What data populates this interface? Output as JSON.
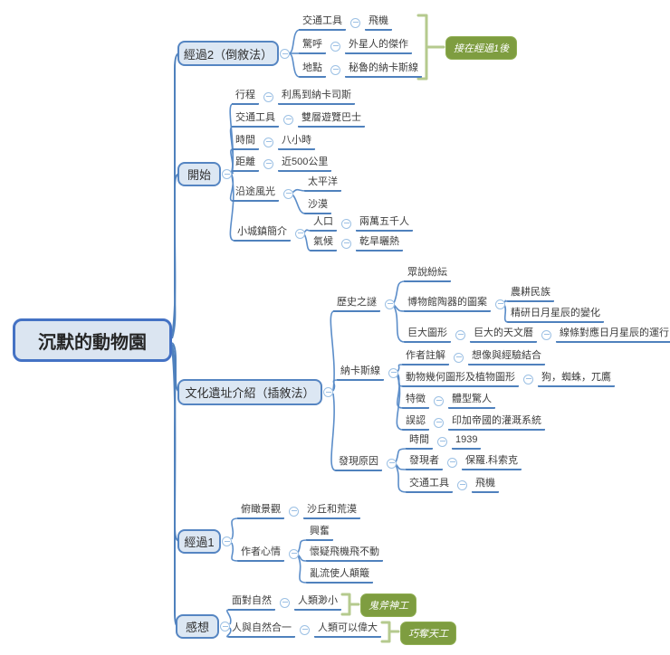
{
  "root_label": "沉默的動物園",
  "jingguo2": {
    "label": "經過2（倒敘法）",
    "rows": [
      {
        "k": "交通工具",
        "v": "飛機"
      },
      {
        "k": "驚呼",
        "v": "外星人的傑作"
      },
      {
        "k": "地點",
        "v": "秘魯的納卡斯線"
      }
    ],
    "callout": "接在經過1後"
  },
  "kaishi": {
    "label": "開始",
    "rows": [
      {
        "k": "行程",
        "v": "利馬到納卡司斯"
      },
      {
        "k": "交通工具",
        "v": "雙層遊覽巴士"
      },
      {
        "k": "時間",
        "v": "八小時"
      },
      {
        "k": "距離",
        "v": "近500公里"
      }
    ],
    "scenery": {
      "label": "沿途風光",
      "children": [
        "太平洋",
        "沙漠"
      ]
    },
    "town": {
      "label": "小城鎮簡介",
      "rows": [
        {
          "k": "人口",
          "v": "兩萬五千人"
        },
        {
          "k": "氣候",
          "v": "乾旱曬熱"
        }
      ]
    }
  },
  "culture": {
    "label": "文化遺址介紹（插敘法）",
    "history": {
      "label": "歷史之謎",
      "first": "眾說紛紜",
      "museum": {
        "label": "博物館陶器的圖案",
        "children": [
          "農耕民族",
          "精研日月星辰的變化"
        ]
      },
      "giant": {
        "k": "巨大圖形",
        "v": "巨大的天文曆",
        "v2": "線條對應日月星辰的運行"
      }
    },
    "nazca": {
      "label": "納卡斯線",
      "rows": [
        {
          "k": "作者註解",
          "v": "想像與經驗結合"
        },
        {
          "k": "動物幾何圖形及植物圖形",
          "v": "狗，蜘蛛，兀鷹"
        },
        {
          "k": "特徵",
          "v": "體型驚人"
        },
        {
          "k": "誤認",
          "v": "印加帝國的灌溉系統"
        }
      ]
    },
    "discovery": {
      "label": "發現原因",
      "rows": [
        {
          "k": "時間",
          "v": "1939"
        },
        {
          "k": "發現者",
          "v": "保羅.科索克"
        },
        {
          "k": "交通工具",
          "v": "飛機"
        }
      ]
    }
  },
  "jingguo1": {
    "label": "經過1",
    "overlook": {
      "k": "俯瞰景觀",
      "v": "沙丘和荒漠"
    },
    "mood": {
      "label": "作者心情",
      "children": [
        "興奮",
        "懷疑飛機飛不動",
        "亂流使人顛簸"
      ]
    }
  },
  "ganxiang": {
    "label": "感想",
    "rows": [
      {
        "k": "面對自然",
        "v": "人類渺小",
        "callout": "鬼斧神工"
      },
      {
        "k": "人與自然合一",
        "v": "人類可以偉大",
        "callout": "巧奪天工"
      }
    ]
  },
  "colors": {
    "node_border": "#4f81bd",
    "node_fill": "#dce7f3",
    "branch_line": "#5b8dc9",
    "callout_fill": "#7e9d40",
    "callout_bracket": "#b5ca8e",
    "text": "#3d3d3d"
  }
}
